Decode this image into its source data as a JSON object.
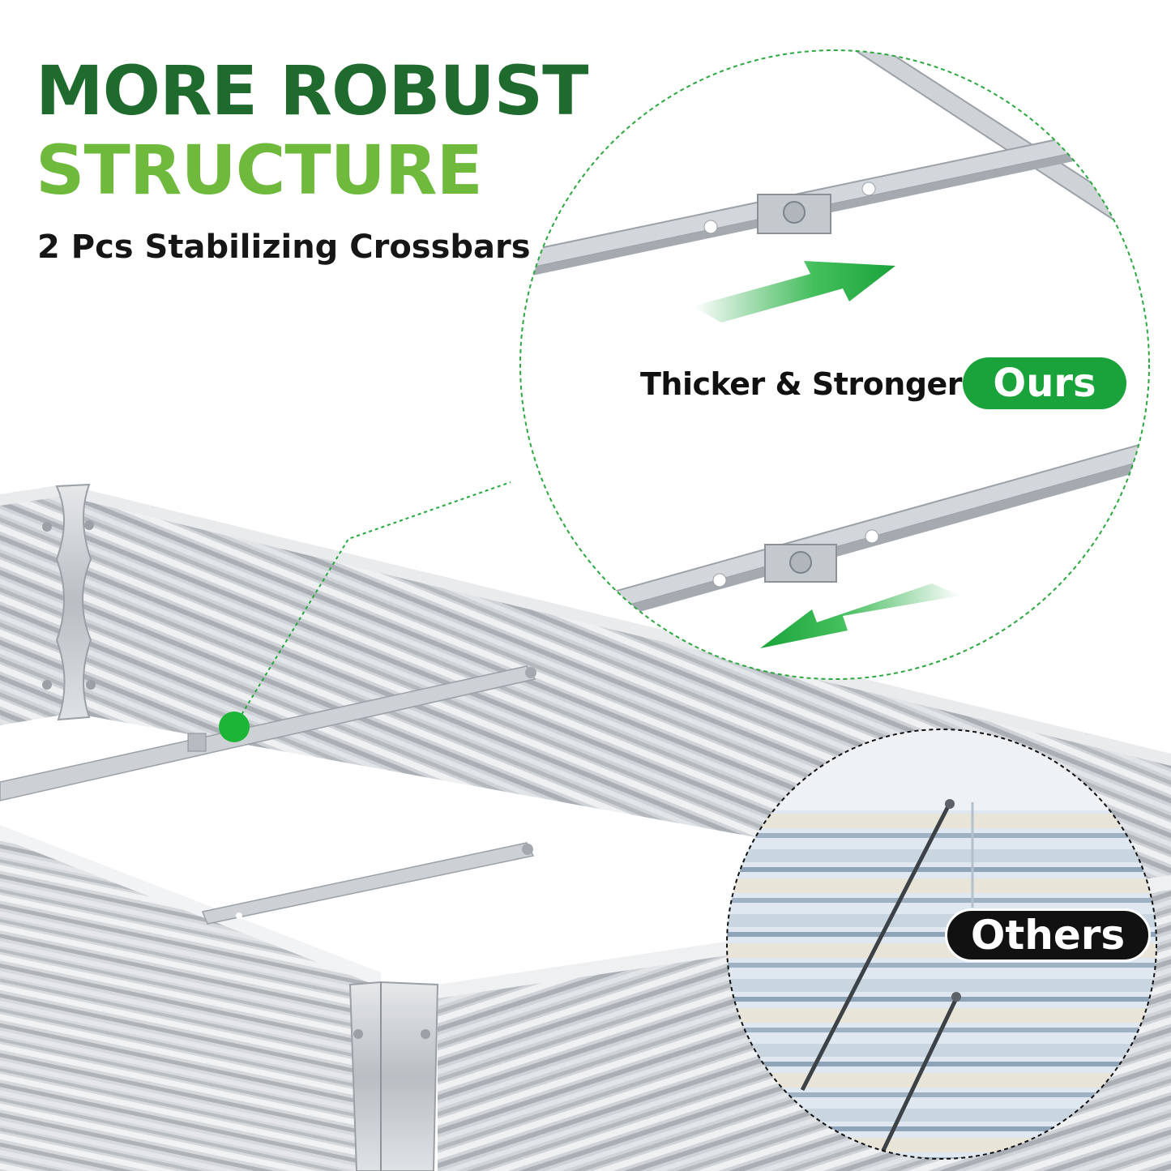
{
  "headline": {
    "line1": "MORE ROBUST",
    "line2": "STRUCTURE"
  },
  "subtitle": "2 Pcs Stabilizing Crossbars",
  "comparison": {
    "ours_caption": "Thicker & Stronger",
    "ours_badge": "Ours",
    "others_badge": "Others"
  },
  "colors": {
    "headline_green_dark": "#1f6b2e",
    "headline_green_light": "#7dc242",
    "accent_green": "#1aa33a",
    "ours_badge_bg": "#1aa33a",
    "others_badge_bg": "#111111",
    "steel": "#c7cbcf"
  },
  "icons": [
    "green-arrow-right-icon",
    "green-arrow-left-icon",
    "callout-dot-icon"
  ]
}
